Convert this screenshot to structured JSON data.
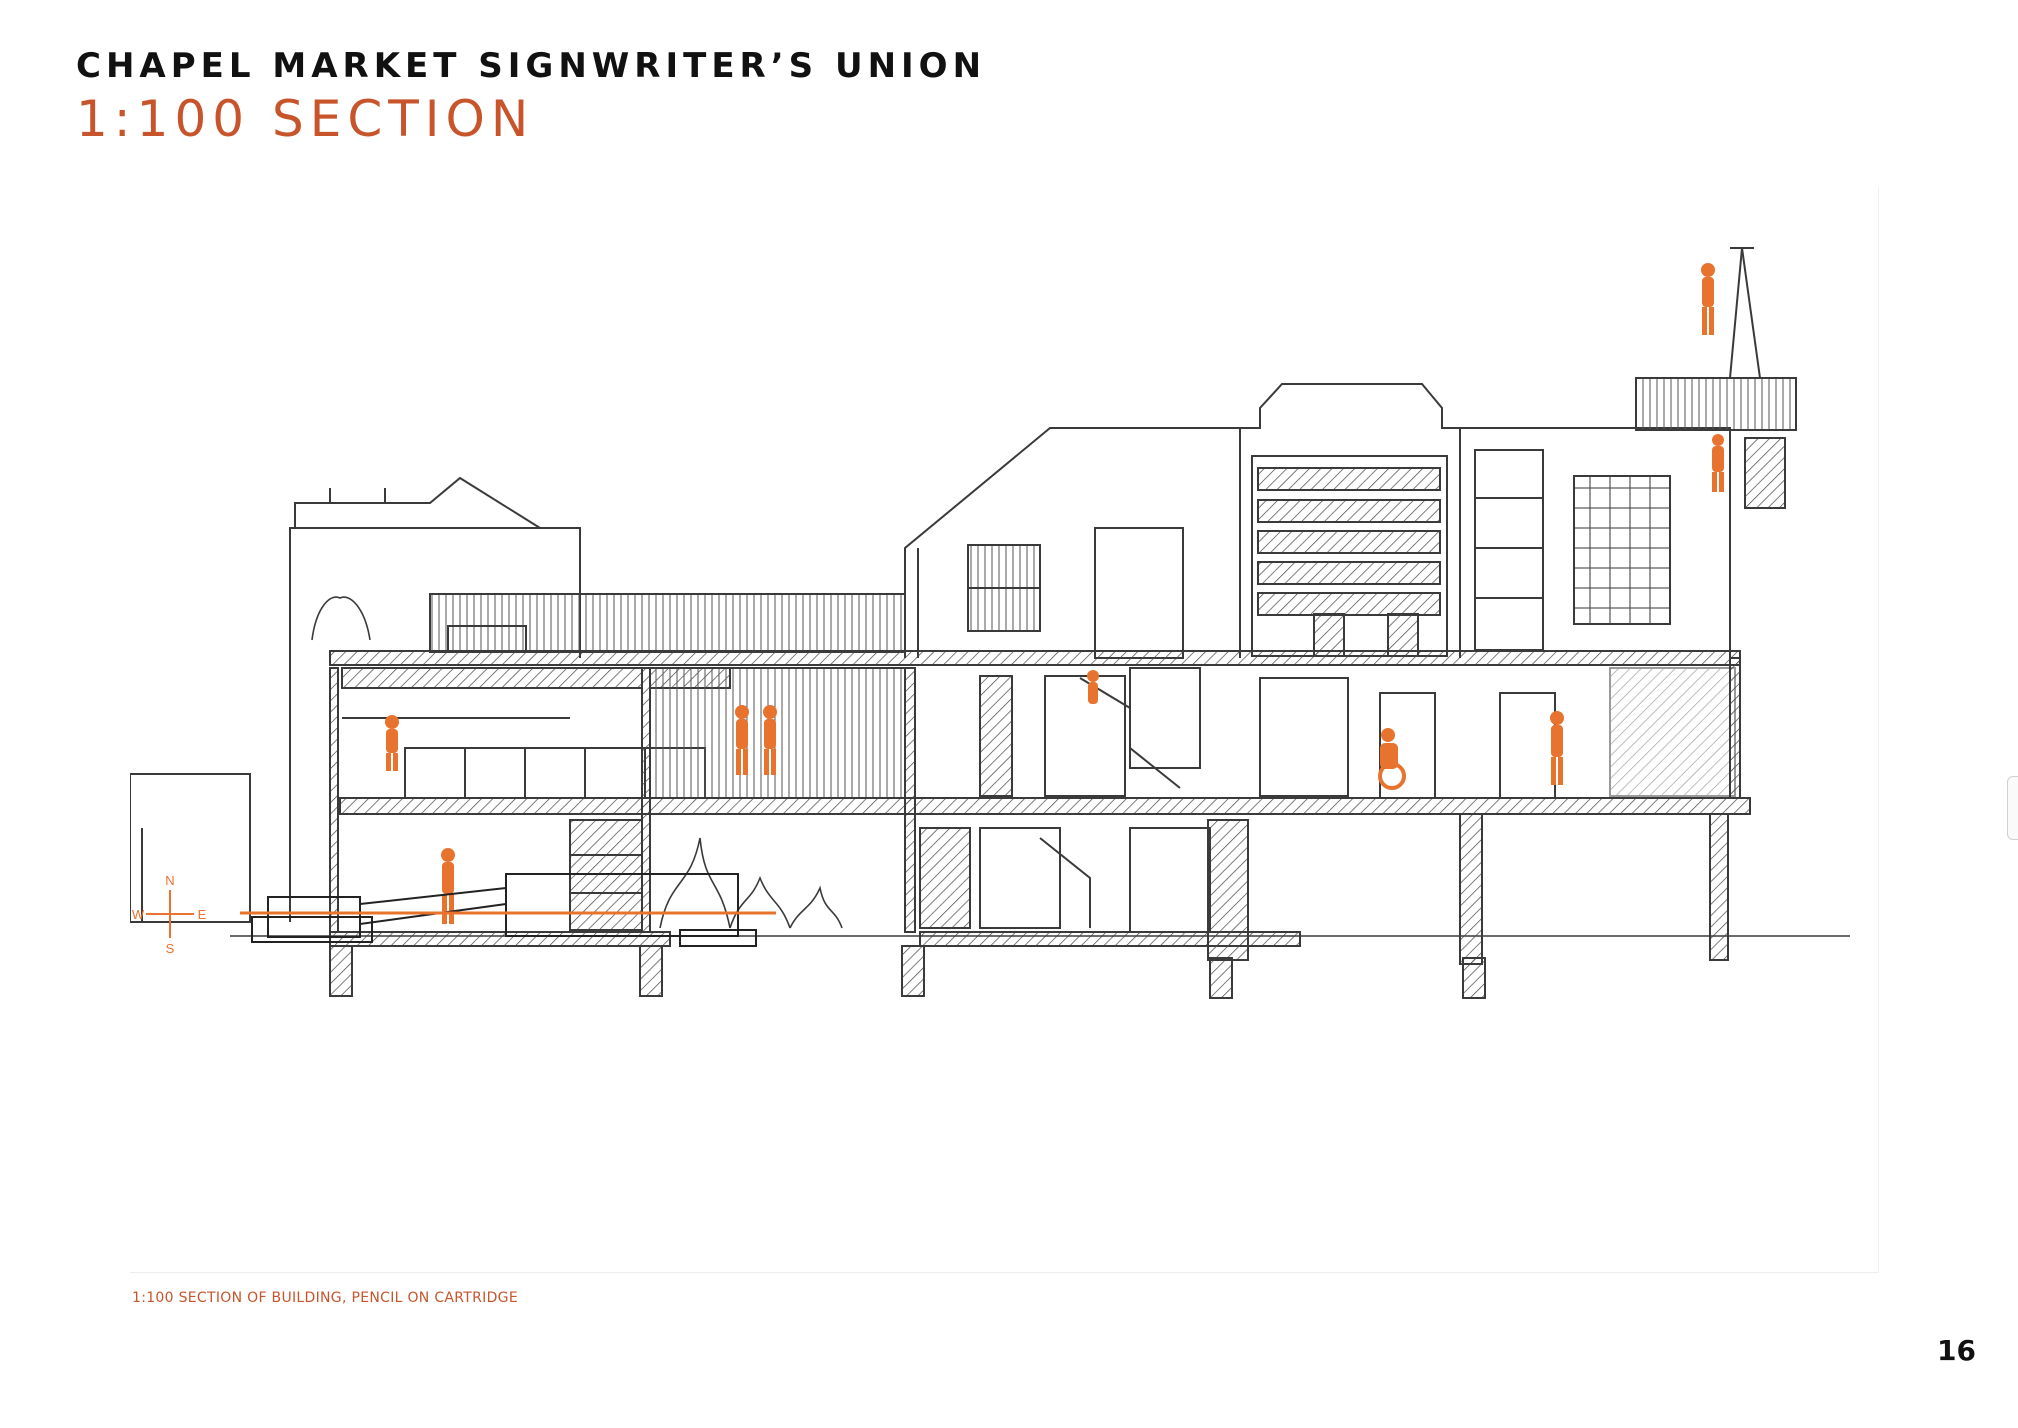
{
  "header": {
    "title": "CHAPEL MARKET SIGNWRITER’S UNION",
    "subtitle": "1:100 SECTION"
  },
  "drawing": {
    "caption": "1:100 SECTION OF BUILDING, PENCIL ON CARTRIDGE",
    "accent_color": "#e8732e",
    "line_color": "#3a3a3a"
  },
  "compass": {
    "north": "N",
    "south": "S",
    "east": "E",
    "west": "W"
  },
  "footer": {
    "page_number": "16"
  }
}
